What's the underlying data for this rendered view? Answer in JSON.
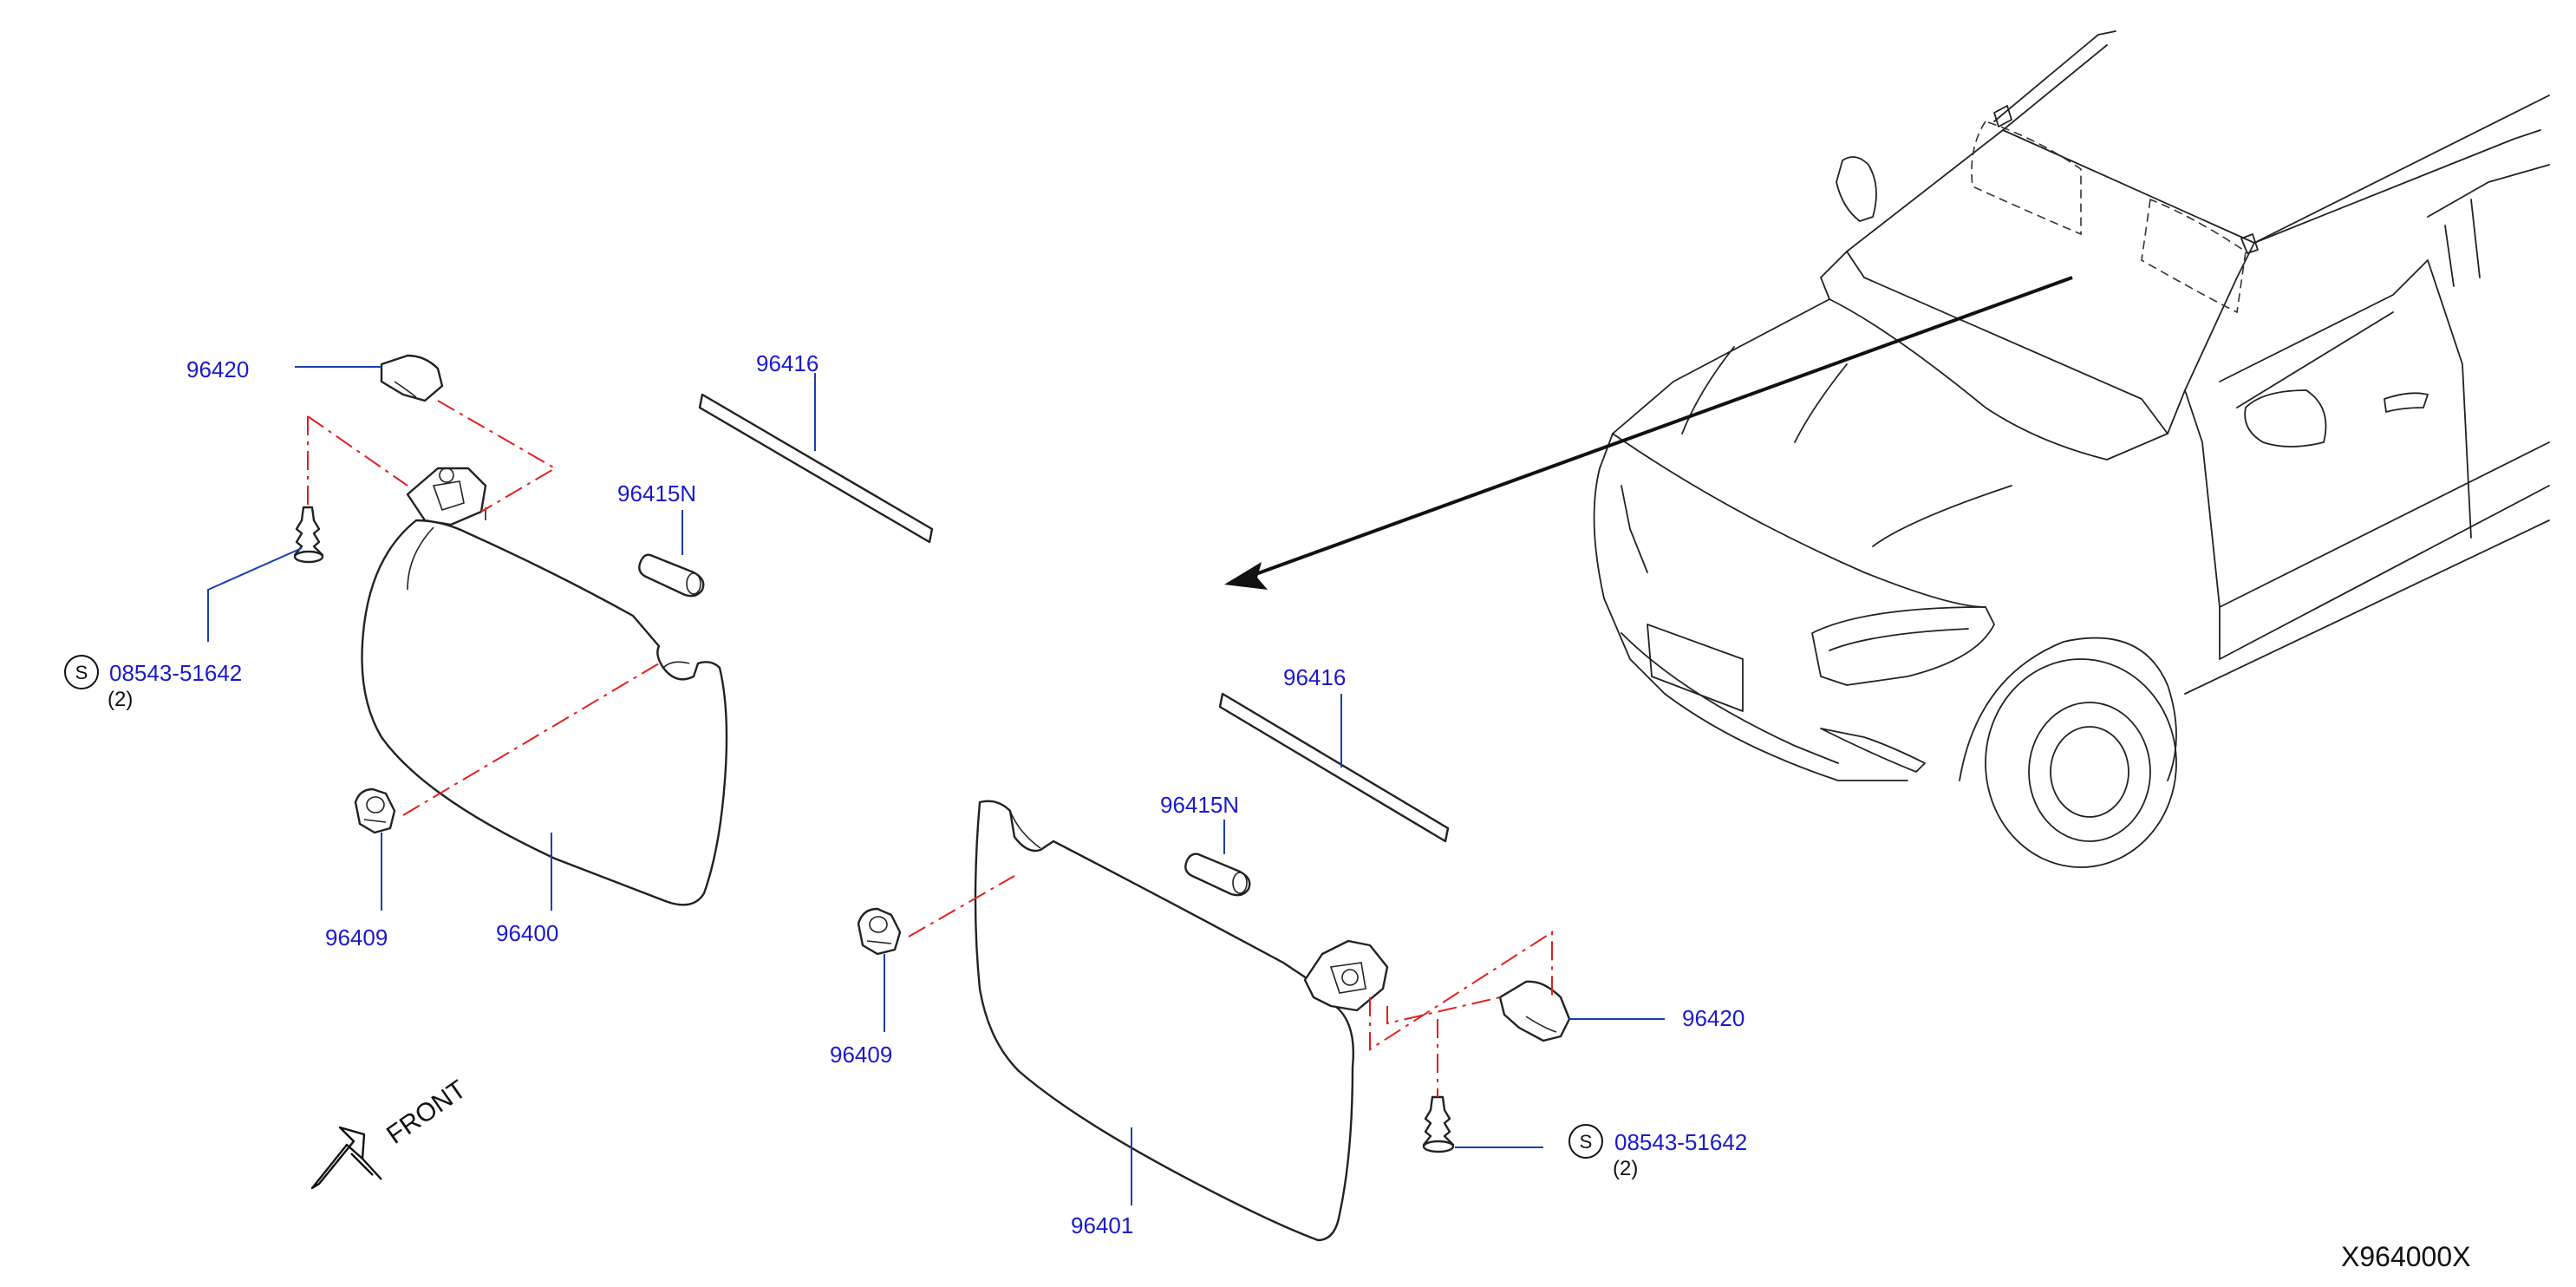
{
  "parts": {
    "visor_lh": "96400",
    "visor_rh": "96401",
    "holder_lh": "96409",
    "holder_rh": "96409",
    "cover_lh": "96420",
    "cover_rh": "96420",
    "lamp_lh": "96415N",
    "lamp_rh": "96415N",
    "strip_lh": "96416",
    "strip_rh": "96416",
    "screw_lh": "08543-51642",
    "screw_rh": "08543-51642",
    "screw_qty_lh": "(2)",
    "screw_qty_rh": "(2)",
    "standard_mark": "S"
  },
  "front_label": "FRONT",
  "diagram_code": "X964000X",
  "colors": {
    "label": "#1a1acc",
    "leader": "#1a3fb0",
    "centerline": "#e02020",
    "line": "#222222"
  },
  "icons": [
    "front-arrow-icon",
    "standard-part-icon"
  ]
}
